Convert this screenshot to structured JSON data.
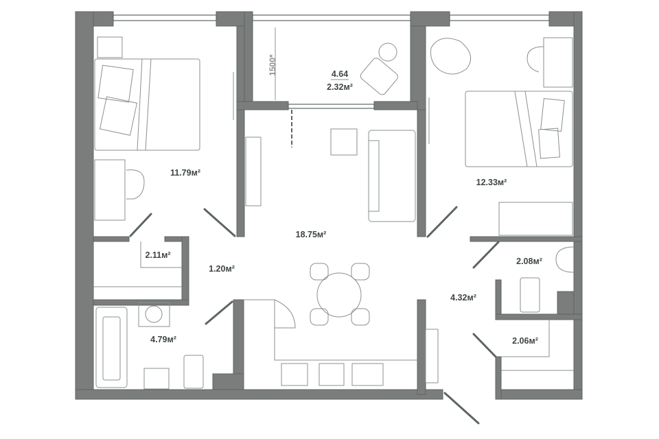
{
  "title": "Apartment floor plan",
  "rooms": {
    "bedroom_left": "11.79м²",
    "bedroom_right": "12.33м²",
    "living_kitchen": "18.75м²",
    "closet_left": "2.11м²",
    "corridor": "1.20м²",
    "bathroom": "4.79м²",
    "hall": "4.32м²",
    "wc": "2.08м²",
    "closet_right": "2.06м²",
    "balcony_total": "4.64",
    "balcony_area": "2.32м²"
  },
  "dimensions": {
    "balcony_depth": "1500*"
  },
  "colors": {
    "wall": "#7b7d7d",
    "outline": "#5c6465",
    "text": "#3f4546"
  }
}
